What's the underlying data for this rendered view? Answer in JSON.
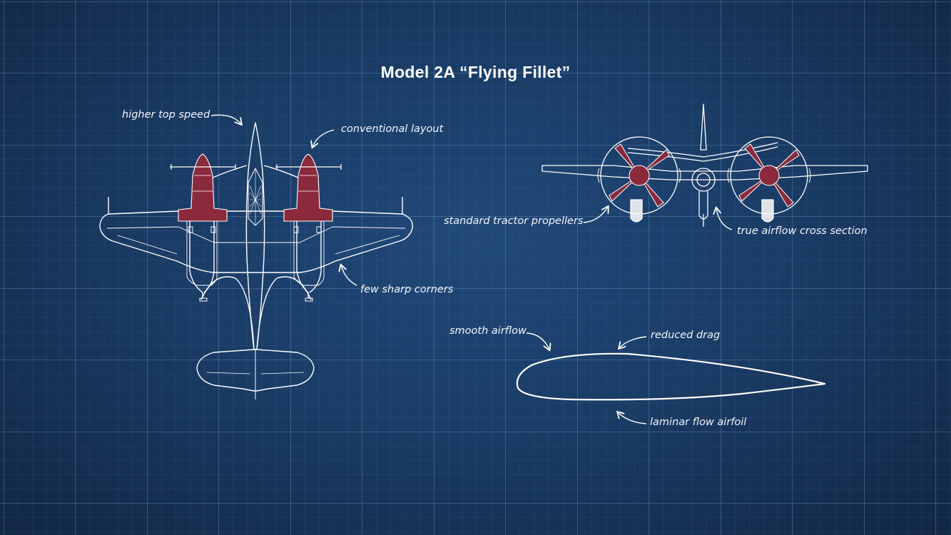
{
  "title": "Model 2A  “Flying Fillet”",
  "annotations": {
    "higher_top_speed": "higher top speed",
    "conventional_layout": "conventional layout",
    "few_sharp_corners": "few sharp corners",
    "standard_tractor_propellers": "standard tractor propellers",
    "true_airflow_cross_section": "true airflow cross section",
    "smooth_airflow": "smooth airflow",
    "reduced_drag": "reduced drag",
    "laminar_flow_airfoil": "laminar flow airfoil"
  },
  "colors": {
    "background": "#1c3d66",
    "grid_line": "#5f86b3",
    "line_art": "#ffffff",
    "highlight": "#8a2a3c"
  }
}
